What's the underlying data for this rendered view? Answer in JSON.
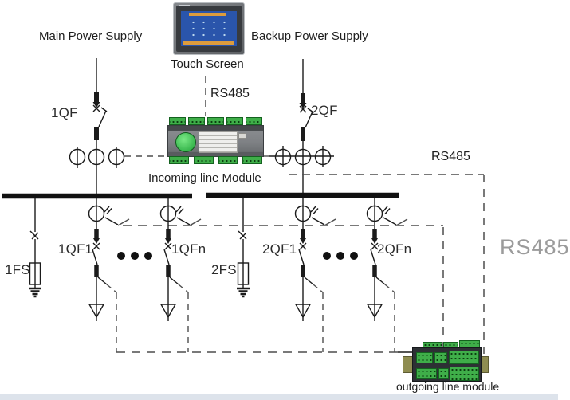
{
  "labels": {
    "main_power": "Main Power Supply",
    "backup_power": "Backup Power Supply",
    "touch_screen": "Touch Screen",
    "rs485_top": "RS485",
    "rs485_right": "RS485",
    "rs485_side": "RS485",
    "incoming_module": "Incoming line Module",
    "outgoing_module": "outgoing line module",
    "breaker_main_1": "1QF",
    "breaker_main_2": "2QF",
    "breaker_feeder_1_1": "1QF1",
    "breaker_feeder_1_n": "1QFn",
    "breaker_feeder_2_1": "2QF1",
    "breaker_feeder_2_n": "2QFn",
    "fuse_1": "1FS",
    "fuse_2": "2FS"
  },
  "colors": {
    "line": "#1b1b1b",
    "dashed_line": "#4d4d4d",
    "rs485_side_text": "#9b9b9b",
    "module_green": "#3fae49",
    "screen_blue": "#2a55ab",
    "screen_orange": "#dd9c3d",
    "din_rail_olive": "#8f8d51",
    "bottom_strip": "#dde3eb"
  }
}
